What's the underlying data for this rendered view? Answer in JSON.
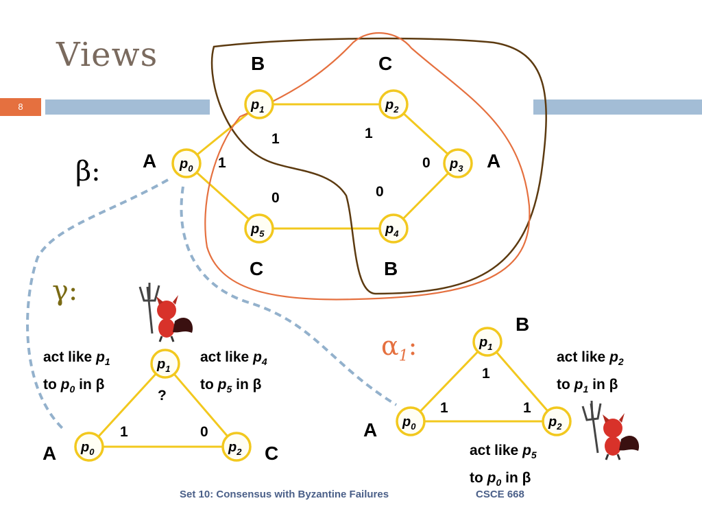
{
  "slide": {
    "title": "Views",
    "number": "8",
    "footer_left": "Set 10: Consensus with Byzantine Failures",
    "footer_right": "CSCE 668"
  },
  "colors": {
    "edge": "#f2c81e",
    "brown_region": "#5c3a10",
    "orange_region": "#e5703f",
    "dashed": "#93b1cc",
    "alpha_label": "#e5703f",
    "gamma_label": "#7a6a14",
    "title": "#7a6a5e"
  },
  "beta": {
    "label": "β:",
    "nodes": [
      {
        "name": "p",
        "sub": "0",
        "group": "A"
      },
      {
        "name": "p",
        "sub": "1",
        "group": "B"
      },
      {
        "name": "p",
        "sub": "2",
        "group": "C"
      },
      {
        "name": "p",
        "sub": "3",
        "group": "A"
      },
      {
        "name": "p",
        "sub": "4",
        "group": "B"
      },
      {
        "name": "p",
        "sub": "5",
        "group": "C"
      }
    ],
    "input_labels": [
      "1",
      "1",
      "1",
      "0",
      "0",
      "0"
    ]
  },
  "gamma": {
    "label": "γ:",
    "nodes": [
      {
        "name": "p",
        "sub": "1"
      },
      {
        "name": "p",
        "sub": "0",
        "group": "A"
      },
      {
        "name": "p",
        "sub": "2",
        "group": "C"
      }
    ],
    "unknown_label": "?",
    "input_labels": [
      "1",
      "0"
    ],
    "note_left": {
      "line1": "act like ",
      "p": "p",
      "sub": "1",
      "line2a": "to ",
      "p2": "p",
      "sub2": "0",
      "line2b": " in β"
    },
    "note_right": {
      "line1": "act like ",
      "p": "p",
      "sub": "4",
      "line2a": "to ",
      "p2": "p",
      "sub2": "5",
      "line2b": " in β"
    }
  },
  "alpha": {
    "label_main": "α",
    "label_sub": "1",
    "label_colon": ":",
    "nodes": [
      {
        "name": "p",
        "sub": "1",
        "group": "B"
      },
      {
        "name": "p",
        "sub": "0",
        "group": "A"
      },
      {
        "name": "p",
        "sub": "2"
      }
    ],
    "input_labels": [
      "1",
      "1",
      "1"
    ],
    "note_top": {
      "line1": "act like ",
      "p": "p",
      "sub": "2",
      "line2a": "to ",
      "p2": "p",
      "sub2": "1",
      "line2b": " in β"
    },
    "note_bottom": {
      "line1": "act like ",
      "p": "p",
      "sub": "5",
      "line2a": "to ",
      "p2": "p",
      "sub2": "0",
      "line2b": " in β"
    }
  }
}
